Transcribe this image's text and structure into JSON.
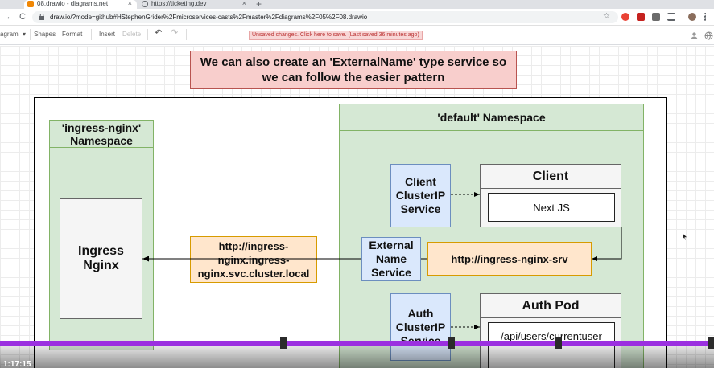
{
  "browser": {
    "tabs": [
      {
        "label": "08.drawio - diagrams.net",
        "active": true,
        "favicon_color": "#f08705"
      },
      {
        "label": "https://ticketing.dev",
        "active": false,
        "favicon_color": "#5f6368"
      }
    ],
    "new_tab_symbol": "+",
    "tab_close_symbol": "×",
    "url": "draw.io/?mode=github#HStephenGrider%2Fmicroservices-casts%2Fmaster%2Fdiagrams%2F05%2F08.drawio",
    "nav": {
      "back": "→",
      "reload": "C"
    },
    "star_symbol": "☆"
  },
  "toolbar": {
    "diagram_menu": "agram",
    "shapes": "Shapes",
    "format": "Format",
    "insert": "Insert",
    "delete": "Delete",
    "undo_icon": "↶",
    "redo_icon": "↷",
    "unsaved_notice": "Unsaved changes. Click here to save. (Last saved 36 minutes ago)"
  },
  "diagram": {
    "headline": "We can also create an 'ExternalName' type service so we can follow the easier pattern",
    "ingress_namespace_title": "'ingress-nginx' Namespace",
    "ingress_nginx_label": "Ingress Nginx",
    "cluster_local_url": "http://ingress-nginx.ingress-nginx.svc.cluster.local",
    "default_namespace_title": "'default' Namespace",
    "client_service_label": "Client ClusterIP Service",
    "client_pod_title": "Client",
    "client_pod_content": "Next JS",
    "external_service_label": "External Name Service",
    "external_url": "http://ingress-nginx-srv",
    "auth_service_label": "Auth ClusterIP Service",
    "auth_pod_title": "Auth Pod",
    "auth_pod_content": "/api/users/currentuser"
  },
  "colors": {
    "headline_fill": "#f8cecc",
    "namespace_fill": "#d5e8d4",
    "service_fill": "#dae8fc",
    "url_fill": "#ffe6cc",
    "pod_fill": "#f5f5f5",
    "progress": "#9b30e0"
  },
  "video": {
    "timecode": "1:17:15"
  }
}
